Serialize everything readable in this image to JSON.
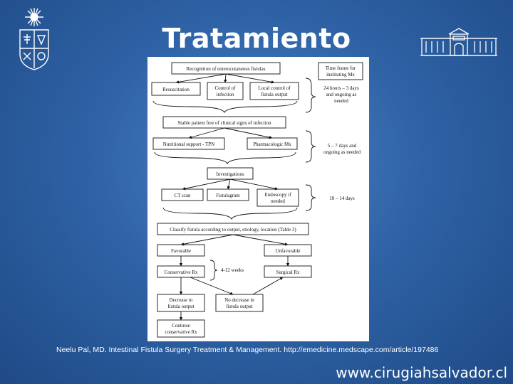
{
  "slide": {
    "title": "Tratamiento",
    "citation": "Neelu Pal, MD. Intestinal Fistula Surgery Treatment & Management. http://emedicine.medscape.com/article/197486",
    "website": "www.cirugiahsalvador.cl"
  },
  "flowchart": {
    "recognition": "Recognition of enterocutaneous fistulas",
    "timeframe": [
      "Time frame for",
      "instituting Mx"
    ],
    "resuscitation": "Resuscitation",
    "control_infection": [
      "Control of",
      "infection"
    ],
    "local_control": [
      "Local control of",
      "fistula output"
    ],
    "time1": [
      "24 hours – 3 days",
      "and ongoing as",
      "needed"
    ],
    "stable": "Stable patient free of clinical signs of infection",
    "nutritional": "Nutritional support - TPN",
    "pharmacologic": "Pharmacologic Mx",
    "time2": [
      "5 – 7 days and",
      "ongoing as needed"
    ],
    "investigations": "Investigations",
    "ct": "CT scan",
    "fistulagram": "Fistulagram",
    "endoscopy": [
      "Endoscopy if",
      "needed"
    ],
    "time3": "10 – 14 days",
    "classify": "Classify fistula according to output, etiology, location (Table 3)",
    "favorable": "Favorable",
    "unfavorable": "Unfavorable",
    "conservative": "Conservative Rx",
    "weeks": "4-12 weeks",
    "surgical": "Surgical Rx",
    "decrease": [
      "Decrease in",
      "fistula output"
    ],
    "no_decrease": [
      "No decrease in",
      "fistula output"
    ],
    "continue": [
      "Continue",
      "conservative Rx"
    ]
  }
}
